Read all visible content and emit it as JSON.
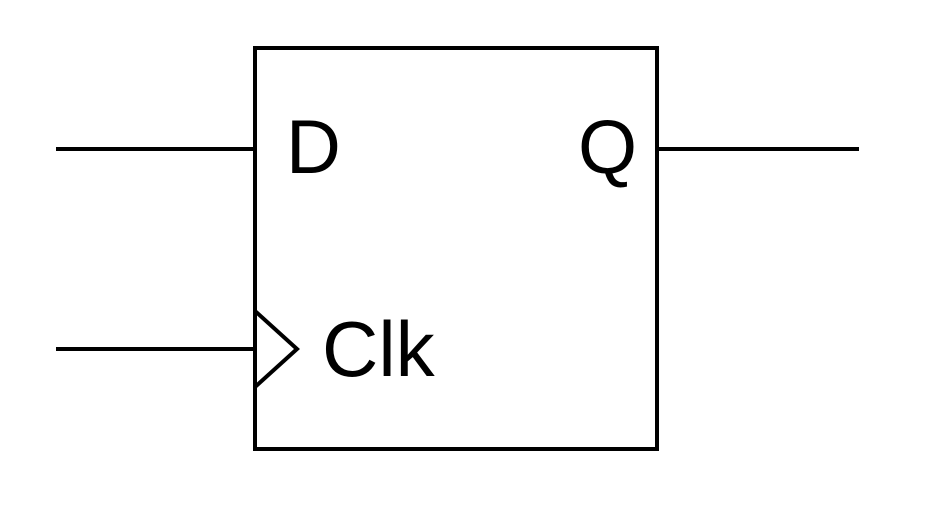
{
  "diagram": {
    "type": "d-flip-flop",
    "labels": {
      "d": "D",
      "q": "Q",
      "clk": "Clk"
    },
    "colors": {
      "stroke": "#000000",
      "background": "#ffffff"
    }
  }
}
